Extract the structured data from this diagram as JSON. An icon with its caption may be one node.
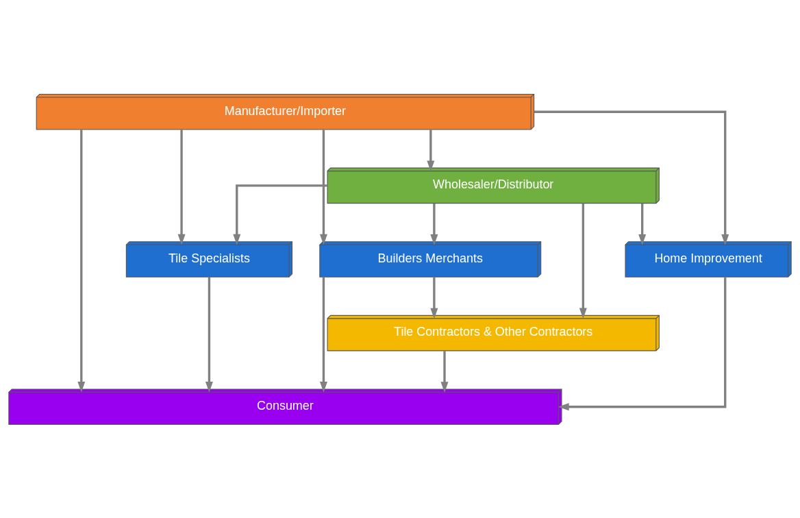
{
  "diagram": {
    "nodes": [
      {
        "text": [
          "Manufacturer/Importer"
        ]
      },
      {
        "text": [
          "Wholesaler/Distributor"
        ]
      },
      {
        "text": [
          "Tile Specialists"
        ]
      },
      {
        "text": [
          "Builders Merchants"
        ]
      },
      {
        "text": [
          "Home Improvement"
        ]
      },
      {
        "text": [
          "Tile Contractors & Other Contractors"
        ]
      },
      {
        "text": [
          "Consumer"
        ]
      }
    ],
    "edges": [
      {
        "from": 0,
        "to": 6,
        "arrow": "to"
      },
      {
        "from": 0,
        "to": 2,
        "arrow": "to"
      },
      {
        "from": 0,
        "to": 3,
        "arrow": "to"
      },
      {
        "from": 0,
        "to": 1,
        "arrow": "to"
      },
      {
        "from": 0,
        "to": 4,
        "arrow": "to"
      },
      {
        "from": 1,
        "to": 2,
        "arrow": "to"
      },
      {
        "from": 1,
        "to": 3,
        "arrow": "to"
      },
      {
        "from": 1,
        "to": 4,
        "arrow": "to"
      },
      {
        "from": 1,
        "to": 5,
        "arrow": "to"
      },
      {
        "from": 3,
        "to": 5,
        "arrow": "to"
      },
      {
        "from": 3,
        "to": 6,
        "arrow": "to"
      },
      {
        "from": 2,
        "to": 6,
        "arrow": "to"
      },
      {
        "from": 5,
        "to": 6,
        "arrow": "to"
      },
      {
        "from": 4,
        "to": 6,
        "arrow": "to"
      }
    ]
  }
}
